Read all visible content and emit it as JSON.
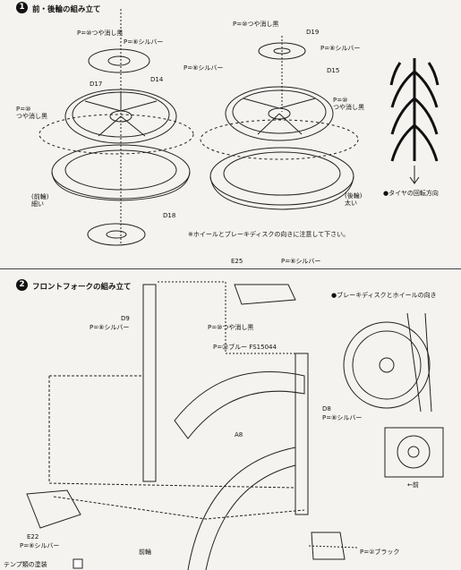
{
  "header": {
    "top_text": ""
  },
  "step1": {
    "number": "1",
    "title": "前・後輪の組み立て",
    "labels": {
      "p10_flat_black_a": "P=⑩つや消し黒",
      "p8_silver_a": "P=⑧シルバー",
      "d17": "D17",
      "d14": "D14",
      "p10_flat_black_b": "P=⑩\nつや消し黒",
      "p8_silver_b": "P=⑧シルバー",
      "p10_flat_black_c": "P=⑩つや消し黒",
      "d19": "D19",
      "p8_silver_c": "P=⑧シルバー",
      "d15": "D15",
      "p10_flat_black_d": "P=⑩\nつや消し黒",
      "front_wheel": "(前輪)\n細い",
      "rear_wheel": "(後輪)\n太い",
      "d18": "D18",
      "tire_direction": "●タイヤの回転方向",
      "note": "※ホイールとブレーキディスクの向きに注意して下さい。"
    }
  },
  "step2": {
    "number": "2",
    "title": "フロントフォークの組み立て",
    "labels": {
      "e25": "E25",
      "p8_silver_e": "P=⑧シルバー",
      "brake_direction": "●ブレーキディスクとホイールの向き",
      "d9": "D9",
      "p8_silver_f": "P=⑧シルバー",
      "p10_flat_black_e": "P=⑩つや消し黒",
      "p22_blue": "P=㉒ブルー FS15044",
      "a8": "A8",
      "d8": "D8",
      "p8_silver_g": "P=⑧シルバー",
      "front_arrow": "←前",
      "e22": "E22",
      "p8_silver_h": "P=⑧シルバー",
      "front_wheel_b": "前輪",
      "p2_black": "P=②ブラック"
    }
  },
  "footer": {
    "legend_label": "テンプ類の塗装"
  }
}
